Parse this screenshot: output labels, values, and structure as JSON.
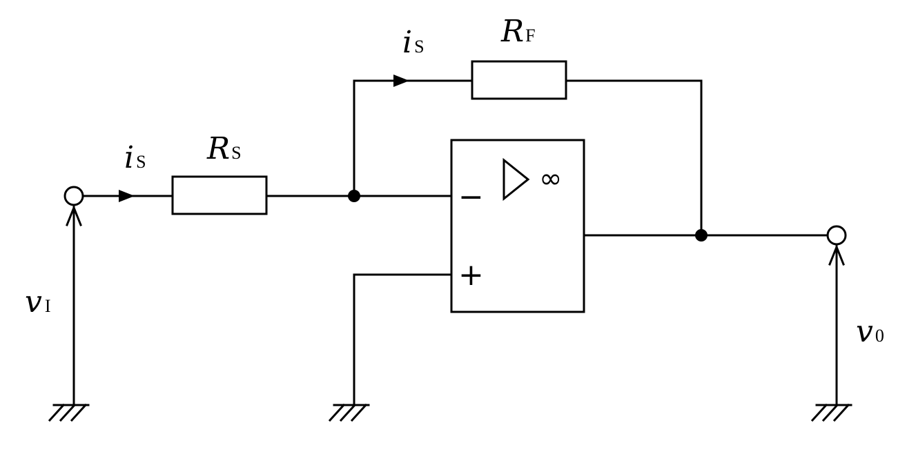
{
  "components": {
    "input_resistor": {
      "main": "R",
      "sub": "S"
    },
    "feedback_resistor": {
      "main": "R",
      "sub": "F"
    },
    "input_current": {
      "main": "i",
      "sub": "S"
    },
    "feedback_current": {
      "main": "i",
      "sub": "S"
    },
    "input_voltage": {
      "main": "v",
      "sub": "I"
    },
    "output_voltage": {
      "main": "v",
      "sub": "0"
    }
  },
  "opamp": {
    "inverting_sign": "−",
    "noninverting_sign": "+",
    "gain_symbol": "∞"
  }
}
